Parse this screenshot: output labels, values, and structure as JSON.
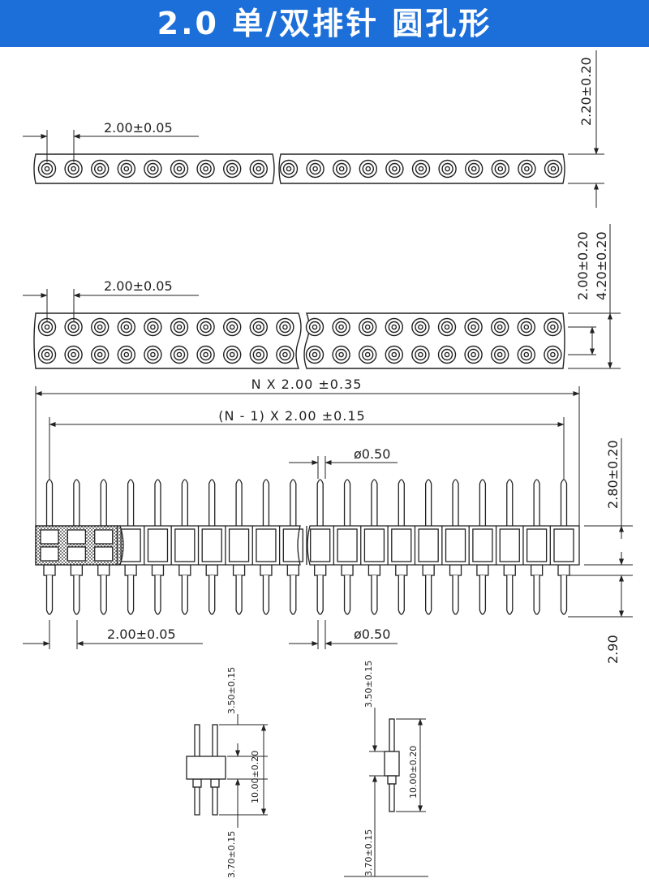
{
  "title": "2.0 单/双排针 圆孔形",
  "colors": {
    "banner": "#1c6fd8",
    "line": "#222222",
    "background": "#ffffff"
  },
  "single_row": {
    "pitch_label": "2.00±0.05",
    "height_label": "2.20±0.20",
    "left_holes": 9,
    "right_holes": 11
  },
  "double_row": {
    "pitch_label": "2.00±0.05",
    "row_pitch_label": "2.00±0.20",
    "height_label": "4.20±0.20",
    "left_holes": 10,
    "right_holes": 10
  },
  "side_view": {
    "overall_label": "N X 2.00 ±0.35",
    "span_label": "(N - 1) X 2.00 ±0.15",
    "pin_dia_top_label": "ø0.50",
    "pin_dia_bottom_label": "ø0.50",
    "pitch_label": "2.00±0.05",
    "upper_pin_label": "2.80±0.20",
    "lower_pin_label": "2.90",
    "pins": 20
  },
  "end_views": {
    "upper_label": "3.50±0.15",
    "body_label": "10.00±0.20",
    "lower_label": "3.70±0.15"
  }
}
